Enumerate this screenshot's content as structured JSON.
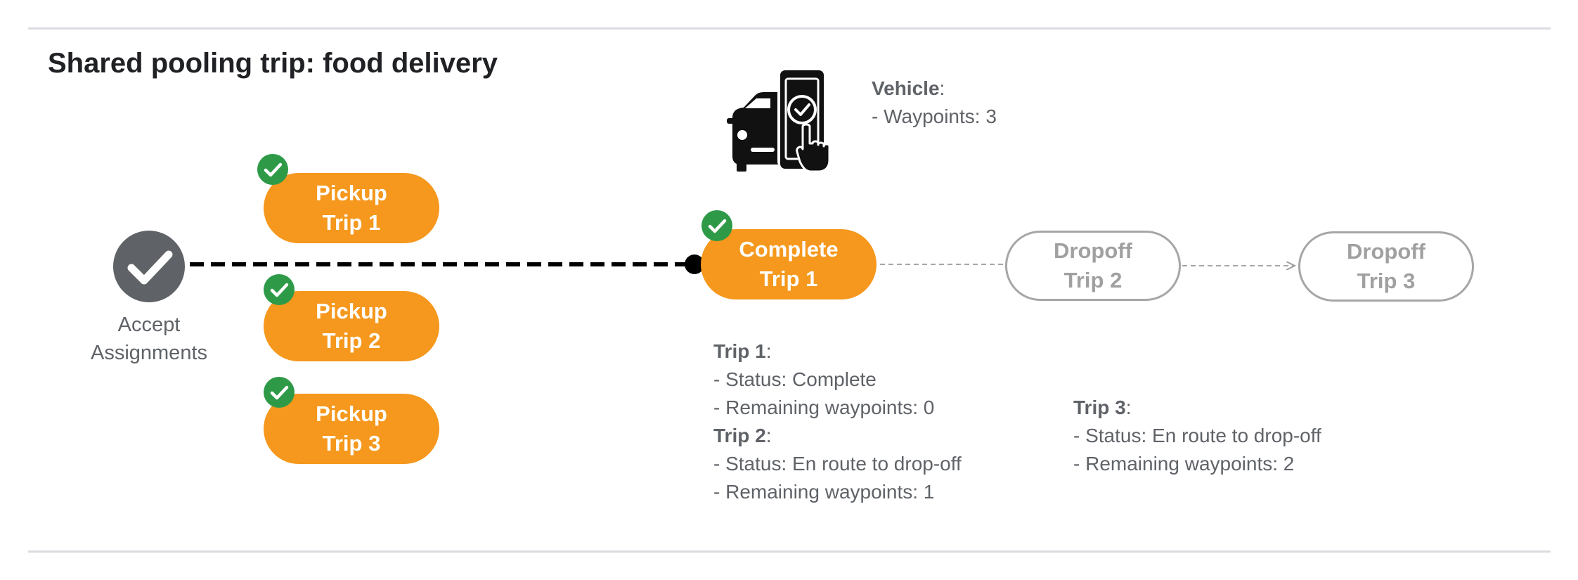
{
  "title": "Shared pooling trip: food delivery",
  "colors": {
    "orange": "#f5981d",
    "green_check": "#2e9a48",
    "gray_circle": "#5f6368",
    "pending_border": "#a6a6a6",
    "text_gray": "#5f6368"
  },
  "accept": {
    "label_line1": "Accept",
    "label_line2": "Assignments",
    "icon": "check-circle-icon"
  },
  "pickups": [
    {
      "line1": "Pickup",
      "line2": "Trip 1",
      "status": "done"
    },
    {
      "line1": "Pickup",
      "line2": "Trip 2",
      "status": "done"
    },
    {
      "line1": "Pickup",
      "line2": "Trip 3",
      "status": "done"
    }
  ],
  "complete": {
    "line1": "Complete",
    "line2": "Trip 1",
    "status": "done"
  },
  "dropoffs": [
    {
      "line1": "Dropoff",
      "line2": "Trip 2",
      "status": "pending"
    },
    {
      "line1": "Dropoff",
      "line2": "Trip 3",
      "status": "pending"
    }
  ],
  "vehicle": {
    "icon": "car-phone-check-icon",
    "heading": "Vehicle",
    "line1": "- Waypoints: 3"
  },
  "trip1": {
    "heading": "Trip 1",
    "status": "- Status:  Complete",
    "remaining": "- Remaining waypoints: 0"
  },
  "trip2": {
    "heading": "Trip 2",
    "status": "- Status:  En route to drop-off",
    "remaining": "- Remaining waypoints: 1"
  },
  "trip3": {
    "heading": "Trip 3",
    "status": "- Status:  En route to drop-off",
    "remaining": "- Remaining waypoints: 2"
  },
  "colon": ":"
}
